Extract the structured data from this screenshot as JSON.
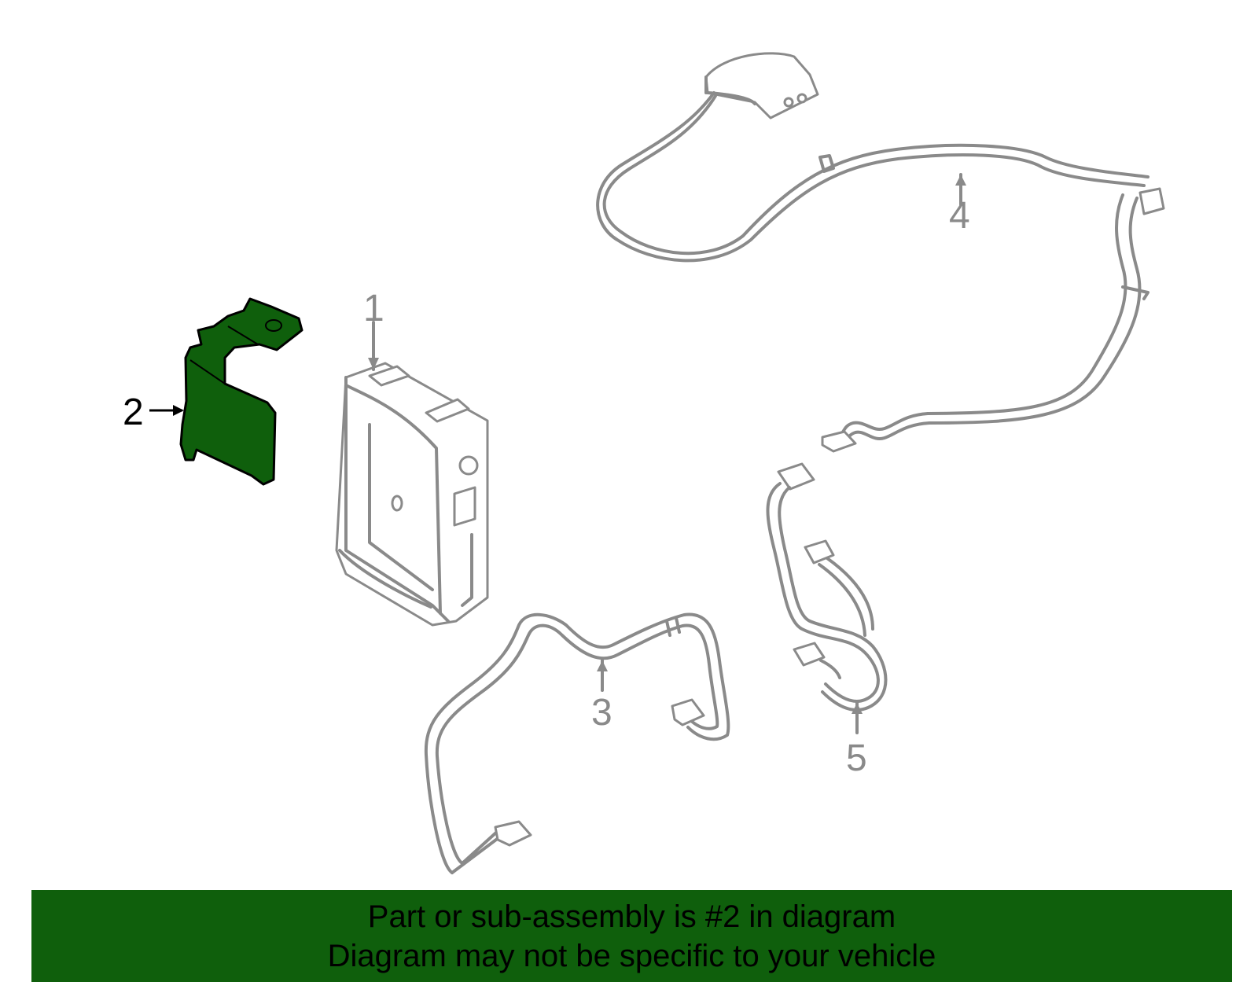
{
  "callouts": {
    "part1": "1",
    "part2": "2",
    "part3": "3",
    "part4": "4",
    "part5": "5"
  },
  "highlight": {
    "part": "2",
    "color": "#0f5f0c"
  },
  "banner": {
    "line1": "Part or sub-assembly is #2 in diagram",
    "line2": "Diagram may not be specific to your vehicle",
    "background": "#0f5f0c"
  }
}
